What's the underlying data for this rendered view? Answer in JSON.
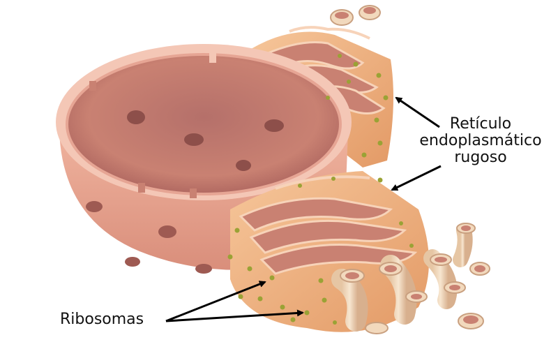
{
  "labels": {
    "rer_line1": "Retículo",
    "rer_line2": "endoplasmático",
    "rer_line3": "rugoso",
    "ribosomes": "Ribosomas"
  },
  "colors": {
    "nucleus_outer": "#e8a58e",
    "nucleus_inner": "#c98172",
    "nucleus_rim": "#f4c7b6",
    "pore": "#8d4f4a",
    "er_membrane": "#f0b27e",
    "er_lumen": "#c9857c",
    "er_edge": "#f7d3b9",
    "ribosome": "#9aa235",
    "tube": "#f2d9bd",
    "arrow": "#000000"
  }
}
